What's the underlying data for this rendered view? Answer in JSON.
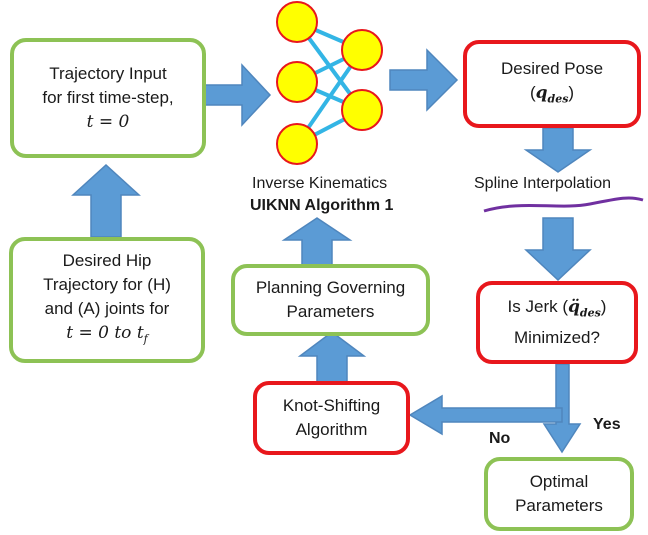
{
  "colors": {
    "arrow": "#5b9bd5",
    "arrow_stroke": "#4f86bd",
    "green_border": "#8dc255",
    "red_border": "#e8171c",
    "node_fill": "#ffff00",
    "node_stroke": "#e8171c",
    "nn_edge": "#33b5e5",
    "spline": "#7030a0"
  },
  "nodes": {
    "trajectory_input": {
      "line1": "Trajectory Input",
      "line2": "for first time-step,",
      "math": "t = 0"
    },
    "desired_hip": {
      "line1": "Desired Hip",
      "line2": "Trajectory for (H)",
      "line3_pre": "and (A) joints for",
      "math": "t = 0 to t",
      "math_sub": "f"
    },
    "neural_net": {
      "label1": "Inverse Kinematics",
      "label2": "UIKNN Algorithm 1"
    },
    "planning": {
      "line1": "Planning Governing",
      "line2": "Parameters"
    },
    "knot_shifting": {
      "line1": "Knot-Shifting",
      "line2": "Algorithm"
    },
    "desired_pose": {
      "line1": "Desired Pose",
      "math": "q",
      "math_sub": "des"
    },
    "spline": {
      "label": "Spline Interpolation"
    },
    "jerk": {
      "line1_pre": "Is Jerk (",
      "math": "q̈",
      "math_sub": "des",
      "line1_post": ")",
      "line2": "Minimized?"
    },
    "optimal": {
      "line1": "Optimal",
      "line2": "Parameters"
    }
  },
  "edges": {
    "yes_label": "Yes",
    "no_label": "No"
  }
}
